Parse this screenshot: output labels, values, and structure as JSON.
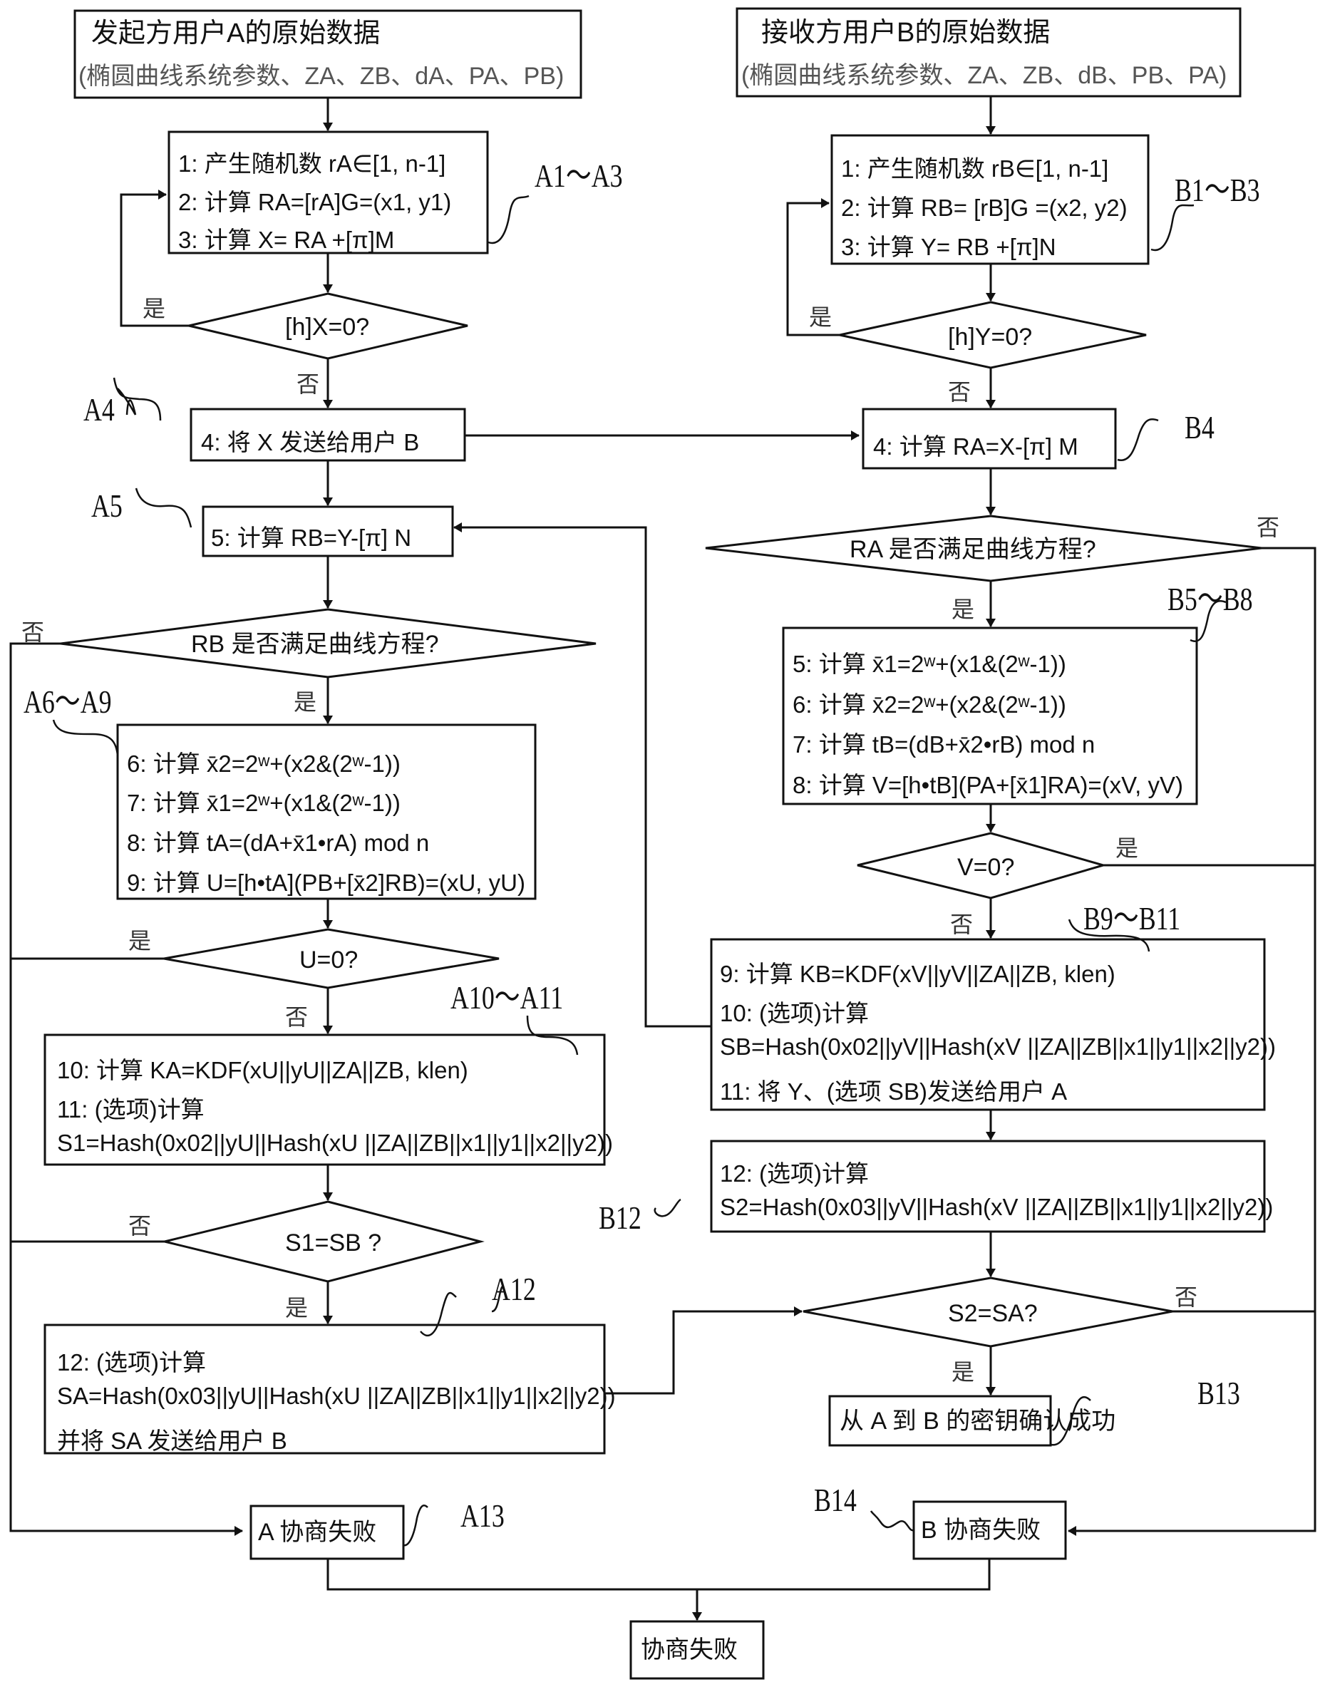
{
  "party_a": {
    "header_title": "发起方用户A的原始数据",
    "header_params": "(椭圆曲线系统参数、ZA、ZB、dA、PA、PB)",
    "step1_3": [
      "1:  产生随机数 rA∈[1, n-1]",
      "2:  计算 RA=[rA]G=(x1, y1)",
      "3:  计算 X= RA +[π]M"
    ],
    "decision_hx": "[h]X=0?",
    "step4": "4:  将 X 发送给用户 B",
    "step5": "5:  计算 RB=Y-[π] N",
    "decision_rb": "RB 是否满足曲线方程?",
    "step6_9": [
      "6:  计算 x̄2=2ʷ+(x2&(2ʷ-1))",
      "7:  计算 x̄1=2ʷ+(x1&(2ʷ-1))",
      "8:  计算 tA=(dA+x̄1•rA) mod n",
      "9:  计算 U=[h•tA](PB+[x̄2]RB)=(xU, yU)"
    ],
    "decision_u": "U=0?",
    "step10_11": [
      "10:  计算 KA=KDF(xU||yU||ZA||ZB, klen)",
      "11: (选项)计算",
      "S1=Hash(0x02||yU||Hash(xU ||ZA||ZB||x1||y1||x2||y2))"
    ],
    "decision_s1": "S1=SB ?",
    "step12": [
      "12: (选项)计算",
      "SA=Hash(0x03||yU||Hash(xU ||ZA||ZB||x1||y1||x2||y2))",
      "并将 SA 发送给用户 B"
    ],
    "fail": "A 协商失败"
  },
  "party_b": {
    "header_title": "接收方用户B的原始数据",
    "header_params": "(椭圆曲线系统参数、ZA、ZB、dB、PB、PA)",
    "step1_3": [
      "1:  产生随机数 rB∈[1, n-1]",
      "2:  计算 RB= [rB]G =(x2, y2)",
      "3:  计算 Y= RB +[π]N"
    ],
    "decision_hy": "[h]Y=0?",
    "step4": "4:  计算 RA=X-[π] M",
    "decision_ra": "RA 是否满足曲线方程?",
    "step5_8": [
      "5:  计算 x̄1=2ʷ+(x1&(2ʷ-1))",
      "6:  计算 x̄2=2ʷ+(x2&(2ʷ-1))",
      "7:  计算 tB=(dB+x̄2•rB) mod n",
      "8:  计算 V=[h•tB](PA+[x̄1]RA)=(xV, yV)"
    ],
    "decision_v": "V=0?",
    "step9_11": [
      "9:  计算 KB=KDF(xV||yV||ZA||ZB, klen)",
      "10: (选项)计算",
      "SB=Hash(0x02||yV||Hash(xV ||ZA||ZB||x1||y1||x2||y2))",
      "11:  将 Y、(选项 SB)发送给用户 A"
    ],
    "step12": [
      "12: (选项)计算",
      "S2=Hash(0x03||yV||Hash(xV ||ZA||ZB||x1||y1||x2||y2))"
    ],
    "decision_s2": "S2=SA?",
    "success": "从 A 到 B 的密钥确认成功",
    "fail": "B 协商失败"
  },
  "final_fail": "协商失败",
  "branch_labels": {
    "yes": "是",
    "no": "否"
  },
  "refs": {
    "a1_a3": "A1～A3",
    "a4": "A4",
    "a5": "A5",
    "a6_a9": "A6～A9",
    "a10_a11": "A10～A11",
    "a12": "A12",
    "a13": "A13",
    "b1_b3": "B1～B3",
    "b4": "B4",
    "b5_b8": "B5～B8",
    "b9_b11": "B9～B11",
    "b12": "B12",
    "b13": "B13",
    "b14": "B14"
  }
}
